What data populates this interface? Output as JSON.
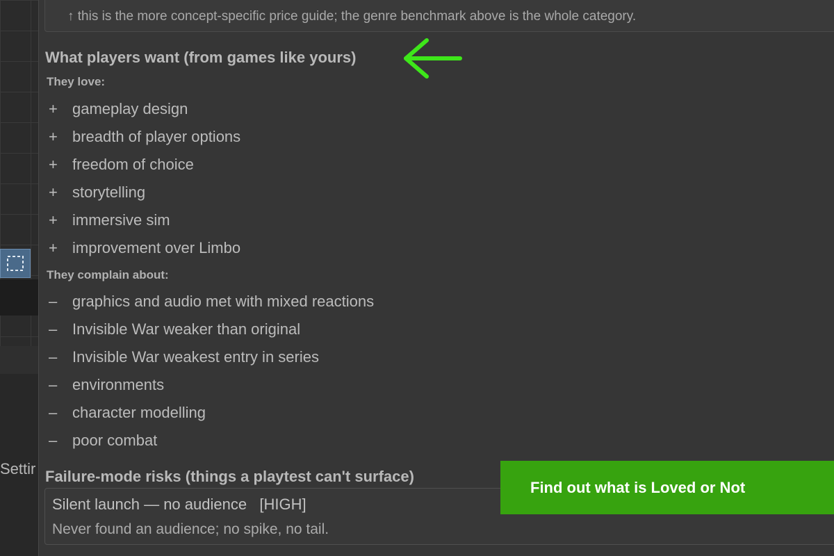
{
  "left_panel": {
    "settings_label": "Settir"
  },
  "top_note": "↑ this is the more concept-specific price guide; the genre benchmark above is the whole category.",
  "players_want": {
    "heading": "What players want (from games like yours)",
    "loves_label": "They love:",
    "loves": [
      "gameplay design",
      "breadth of player options",
      "freedom of choice",
      "storytelling",
      "immersive sim",
      "improvement over Limbo"
    ],
    "complaints_label": "They complain about:",
    "complaints": [
      "graphics and audio met with mixed reactions",
      "Invisible War weaker than original",
      "Invisible War weakest entry in series",
      "environments",
      "character modelling",
      "poor combat"
    ],
    "love_mark": "+",
    "complaint_mark": "–"
  },
  "risks": {
    "heading": "Failure-mode risks (things a playtest can't surface)",
    "items": [
      {
        "title": "Silent launch — no audience   [HIGH]",
        "description": "Never found an audience; no spike, no tail."
      }
    ]
  },
  "annotation": {
    "callout_text": "Find out what is Loved or Not",
    "arrow_color": "#3ee61a",
    "callout_color": "#37a30f"
  }
}
